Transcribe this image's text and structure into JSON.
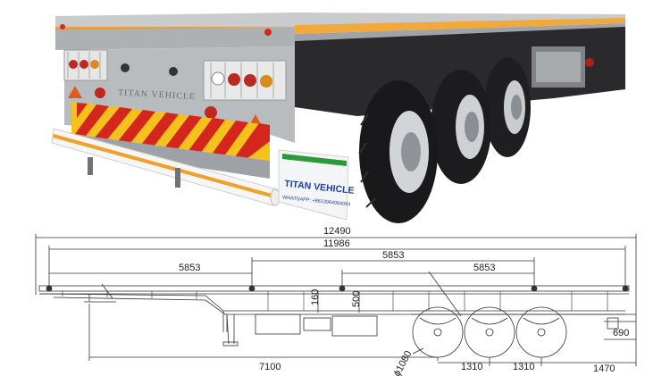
{
  "photo": {
    "mudflap_brand": "TITAN VEHICLE",
    "mudflap_contact": "WHATSAPP: +8613064064064",
    "rear_panel_text": "TITAN VEHICLE"
  },
  "drawing": {
    "dimensions": {
      "overall_length": "12490",
      "deck_length": "11986",
      "twistlock_spacing_front": "5853",
      "twistlock_spacing_middle": "5853",
      "twistlock_spacing_rear": "5853",
      "deck_height_front": "160",
      "frame_height": "500",
      "kingpin_to_first_axle": "7100",
      "axle_spacing_1": "1310",
      "axle_spacing_2": "1310",
      "rear_overhang": "1470",
      "rear_bumper_height": "690",
      "wheel_diameter": "ϕ1080"
    }
  }
}
